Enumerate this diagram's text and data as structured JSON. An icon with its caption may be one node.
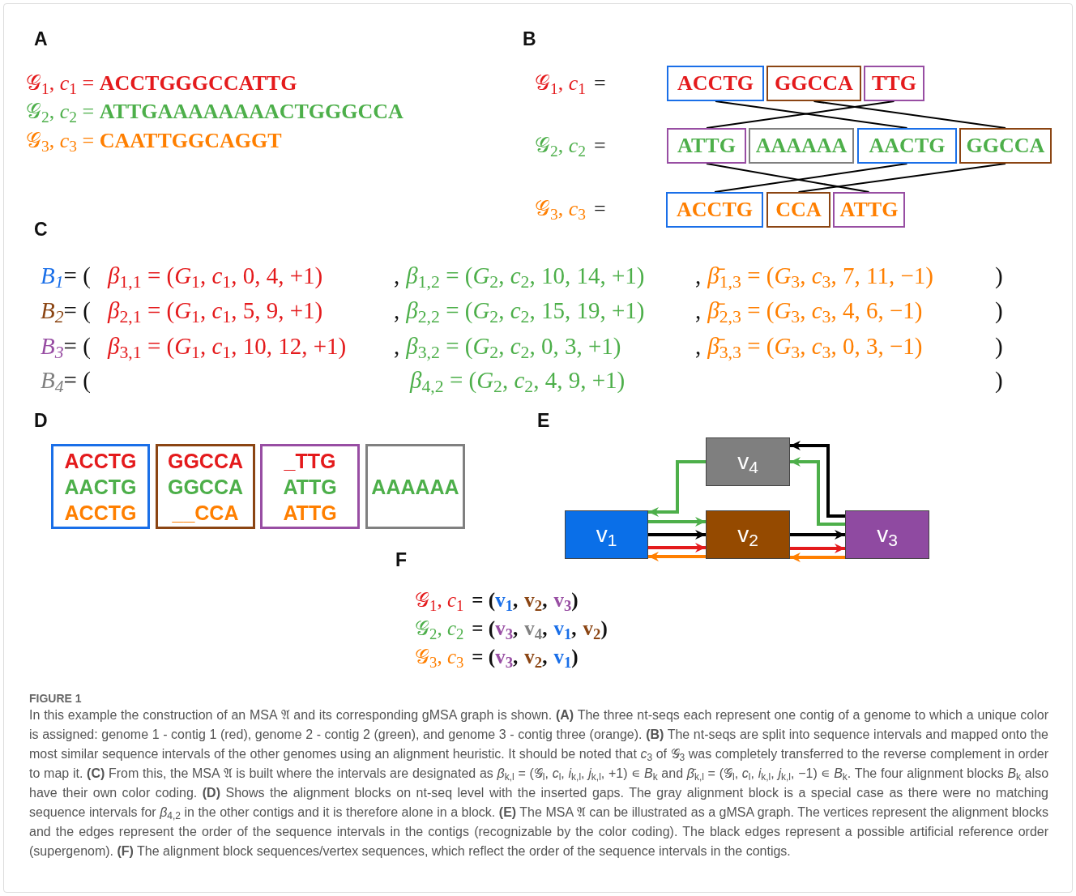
{
  "diagram": {
    "caption": "In this example the construction of an MSA 𝔄 and its corresponding gMSA graph is shown. **(A)** The three nt-seqs each represent one contig of a genome to which a unique color is assigned: genome 1 - contig 1 (red), genome 2 - contig 2 (green), and genome 3 - contig three (orange). **(B)** The nt-seqs are split into sequence intervals and mapped onto the most similar sequence intervals of the other genomes using an alignment heuristic. It should be noted that *c*$_{3}$ of 𝒢$_{3}$ was completely transferred to the reverse complement in order to map it. **(C)** From this, the MSA 𝔄 is built where the intervals are designated as *β*$_{k,l}$ = (𝒢$_{l}$, *c*$_{l}$, *i*$_{k,l}$, *j*$_{k,l}$, +1) ∊ *B*$_{k}$ and *β̄*$_{k,l}$ = (𝒢$_{l}$, *c*$_{l}$, *i*$_{k,l}$, *j*$_{k,l}$, −1) ∊ *B*$_{k}$. The four alignment blocks *B*$_{k}$ also have their own color coding. **(D)** Shows the alignment blocks on nt-seq level with the inserted gaps. The gray alignment block is a special case as there were no matching sequence intervals for *β*$_{4,2}$ in the other contigs and it is therefore alone in a block. **(E)** The MSA 𝔄 can be illustrated as a gMSA graph. The vertices represent the alignment blocks and the edges represent the order of the sequence intervals in the contigs (recognizable by the color coding). The black edges represent a possible artificial reference order (supergenom). **(F)** The alignment block sequences/vertex sequences, which reflect the order of the sequence intervals in the contigs.",
    "nodes": [
      {
        "text": [
          "ACCTG"
        ]
      },
      {
        "text": [
          "GGCCA"
        ]
      },
      {
        "text": [
          "TTG"
        ]
      },
      {
        "text": [
          "ATTG"
        ]
      },
      {
        "text": [
          "AAAAAA"
        ]
      },
      {
        "text": [
          "AACTG"
        ]
      },
      {
        "text": [
          "GGCCA"
        ]
      },
      {
        "text": [
          "ACCTG"
        ]
      },
      {
        "text": [
          "CCA"
        ]
      },
      {
        "text": [
          "ATTG"
        ]
      },
      {
        "text": [
          "ACCTG",
          "AACTG",
          "ACCTG"
        ]
      },
      {
        "text": [
          "GGCCA",
          "GGCCA",
          "__CCA"
        ]
      },
      {
        "text": [
          "_TTG",
          "ATTG",
          "ATTG"
        ]
      },
      {
        "text": [
          "AAAAAA"
        ]
      },
      {
        "text": [
          "v$_{4}$"
        ]
      },
      {
        "text": [
          "v$_{1}$"
        ]
      },
      {
        "text": [
          "v$_{2}$"
        ]
      },
      {
        "text": [
          "v$_{3}$"
        ]
      }
    ],
    "edges": [
      {
        "from": 0,
        "to": 5,
        "arrow": "none"
      },
      {
        "from": 1,
        "to": 6,
        "arrow": "none"
      },
      {
        "from": 2,
        "to": 3,
        "arrow": "none"
      },
      {
        "from": 3,
        "to": 9,
        "arrow": "none"
      },
      {
        "from": 5,
        "to": 7,
        "arrow": "none"
      },
      {
        "from": 6,
        "to": 8,
        "arrow": "none"
      },
      {
        "from": 15,
        "to": 16,
        "arrow": "to",
        "color": "#4daf4a"
      },
      {
        "from": 15,
        "to": 16,
        "arrow": "to"
      },
      {
        "from": 15,
        "to": 16,
        "arrow": "to",
        "color": "#e41a1c"
      },
      {
        "from": 16,
        "to": 15,
        "arrow": "to",
        "color": "#ff7f00"
      },
      {
        "from": 16,
        "to": 17,
        "arrow": "to"
      },
      {
        "from": 16,
        "to": 17,
        "arrow": "to",
        "color": "#e41a1c"
      },
      {
        "from": 17,
        "to": 16,
        "arrow": "to",
        "color": "#ff7f00"
      },
      {
        "from": 17,
        "to": 14,
        "arrow": "to"
      },
      {
        "from": 17,
        "to": 14,
        "arrow": "to",
        "color": "#4daf4a"
      },
      {
        "from": 14,
        "to": 15,
        "arrow": "to",
        "color": "#4daf4a"
      }
    ],
    "labels": [
      "A",
      "𝒢$_{1}$, *c*$_{1}$ = **ACCTGGGCCATTG**",
      "𝒢$_{2}$, *c*$_{2}$ = **ATTGAAAAAAAACTGGGCCA**",
      "𝒢$_{3}$, *c*$_{3}$ = **CAATTGGCAGGT**",
      "B",
      "𝒢$_{1}$, *c*$_{1}$",
      "=",
      "𝒢$_{2}$, *c*$_{2}$",
      "=",
      "𝒢$_{3}$, *c*$_{3}$",
      "=",
      "C",
      "B$_{1}$",
      "= (",
      "*β*$_{1,1}$ = (*G*$_{1}$, *c*$_{1}$, 0, 4, +1)",
      ",",
      "*β*$_{1,2}$ = (*G*$_{2}$, *c*$_{2}$, 10, 14, +1)",
      ",",
      "*β̄*$_{1,3}$ = (*G*$_{3}$, *c*$_{3}$, 7, 11, −1)",
      ")",
      "B$_{2}$",
      "= (",
      "*β*$_{2,1}$ = (*G*$_{1}$, *c*$_{1}$, 5, 9, +1)",
      ",",
      "*β*$_{2,2}$ = (*G*$_{2}$, *c*$_{2}$, 15, 19, +1)",
      ",",
      "*β̄*$_{2,3}$ = (*G*$_{3}$, *c*$_{3}$, 4, 6, −1)",
      ")",
      "B$_{3}$",
      "= (",
      "*β*$_{3,1}$ = (*G*$_{1}$, *c*$_{1}$, 10, 12, +1)",
      ",",
      "*β*$_{3,2}$ = (*G*$_{2}$, *c*$_{2}$, 0, 3, +1)",
      ",",
      "*β̄*$_{3,3}$ = (*G*$_{3}$, *c*$_{3}$, 0, 3, −1)",
      ")",
      "B$_{4}$",
      "= (",
      "*β*$_{4,2}$ = (*G*$_{2}$, *c*$_{2}$, 4, 9, +1)",
      ")",
      "D",
      "E",
      "F",
      "𝒢$_{1}$, *c*$_{1}$",
      "= (",
      "v$_{1}$",
      ",",
      "v$_{2}$",
      ",",
      "v$_{3}$",
      ")",
      "𝒢$_{2}$, *c*$_{2}$",
      "= (",
      "v$_{3}$",
      ",",
      "v$_{4}$",
      ",",
      "v$_{1}$",
      ",",
      "v$_{2}$",
      ")",
      "𝒢$_{3}$, *c*$_{3}$",
      "= (",
      "v$_{3}$",
      ",",
      "v$_{2}$",
      ",",
      "v$_{1}$",
      ")",
      "FIGURE 1"
    ]
  }
}
